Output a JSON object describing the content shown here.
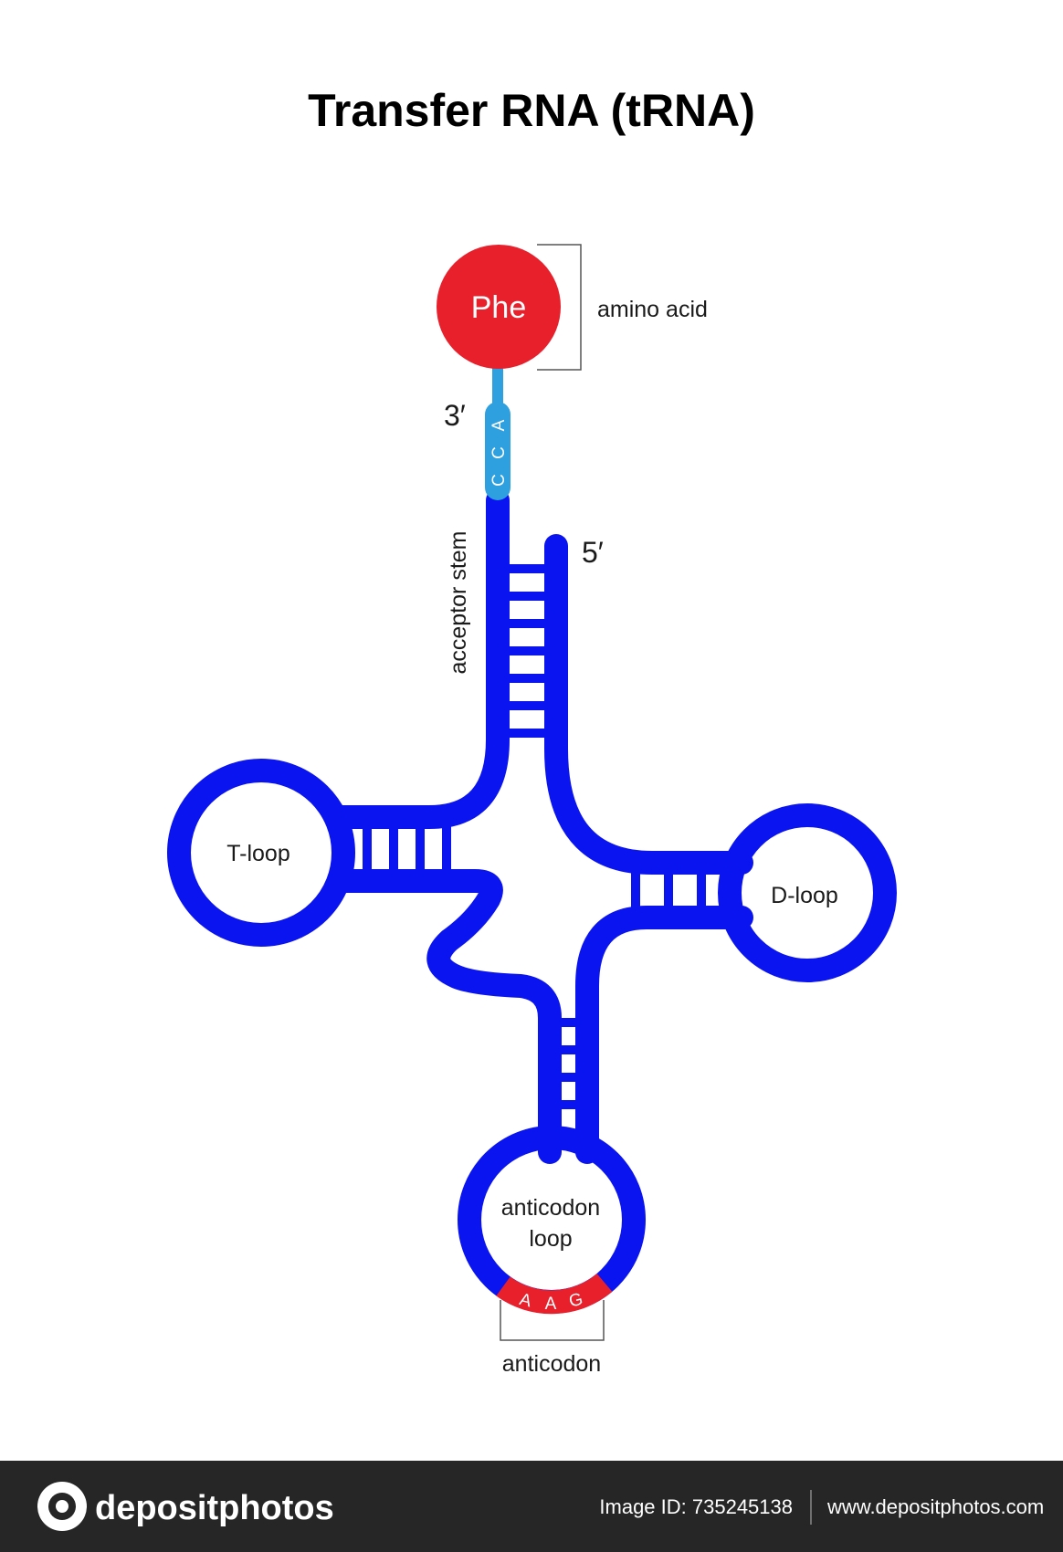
{
  "title": "Transfer RNA (tRNA)",
  "amino_acid": {
    "name": "Phe",
    "label": "amino acid"
  },
  "acceptor": {
    "sequence": [
      "C",
      "C",
      "A"
    ],
    "three_prime": "3′",
    "five_prime": "5′",
    "stem_label": "acceptor stem"
  },
  "loops": {
    "t_loop": "T-loop",
    "d_loop": "D-loop",
    "anticodon_loop_line1": "anticodon",
    "anticodon_loop_line2": "loop"
  },
  "anticodon": {
    "bases": [
      "A",
      "A",
      "G"
    ],
    "label": "anticodon"
  },
  "footer": {
    "brand": "depositphotos",
    "image_id": "Image ID: 735245138",
    "site": "www.depositphotos.com"
  },
  "colors": {
    "strand": "#0a14f0",
    "amino": "#e8202c",
    "cca": "#2ea0e0",
    "anticodon": "#e8202c",
    "footer_bg": "#262626"
  }
}
